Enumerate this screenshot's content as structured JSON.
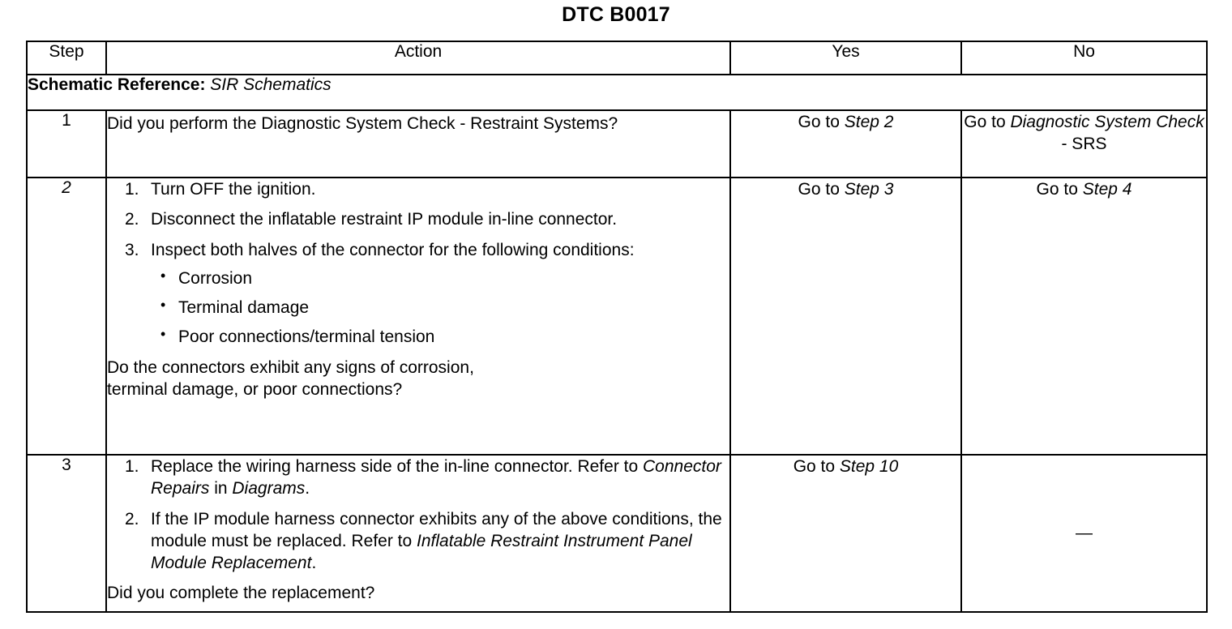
{
  "document": {
    "title": "DTC B0017"
  },
  "table": {
    "headers": {
      "step": "Step",
      "action": "Action",
      "yes": "Yes",
      "no": "No"
    },
    "schematic_reference": {
      "label": "Schematic Reference:",
      "value": "SIR Schematics"
    },
    "rows": [
      {
        "step": "1",
        "action": {
          "question": "Did you perform the Diagnostic System Check - Restraint Systems?"
        },
        "yes": {
          "prefix": "Go to ",
          "italic": "Step 2",
          "suffix": ""
        },
        "no": {
          "prefix": "Go to ",
          "italic": "Diagnostic System Check",
          "suffix": " - SRS"
        }
      },
      {
        "step": "2",
        "action": {
          "items": [
            {
              "num": "1.",
              "text": "Turn OFF the ignition."
            },
            {
              "num": "2.",
              "text": "Disconnect the inflatable restraint IP module in-line connector."
            },
            {
              "num": "3.",
              "text": "Inspect both halves of the connector for the following conditions:"
            }
          ],
          "bullets": [
            "Corrosion",
            "Terminal damage",
            "Poor connections/terminal tension"
          ],
          "question_line1": "Do the connectors exhibit any signs of corrosion,",
          "question_line2": "terminal damage, or poor connections?"
        },
        "yes": {
          "prefix": "Go to ",
          "italic": "Step 3",
          "suffix": ""
        },
        "no": {
          "prefix": "Go to ",
          "italic": "Step 4",
          "suffix": ""
        }
      },
      {
        "step": "3",
        "action": {
          "item1": {
            "num": "1.",
            "seg1": "Replace the wiring harness side of the in-line connector. Refer to ",
            "italic1": "Connector Repairs",
            "seg2": " in ",
            "italic2": "Diagrams",
            "seg3": "."
          },
          "item2": {
            "num": "2.",
            "seg1": "If the IP module harness connector exhibits any of the above conditions, the module must be replaced. Refer to ",
            "italic1": "Inflatable Restraint Instrument Panel Module Replacement",
            "seg2": "."
          },
          "question": "Did you complete the replacement?"
        },
        "yes": {
          "prefix": "Go to ",
          "italic": "Step 10",
          "suffix": ""
        },
        "no": {
          "dash": "—"
        }
      }
    ]
  }
}
